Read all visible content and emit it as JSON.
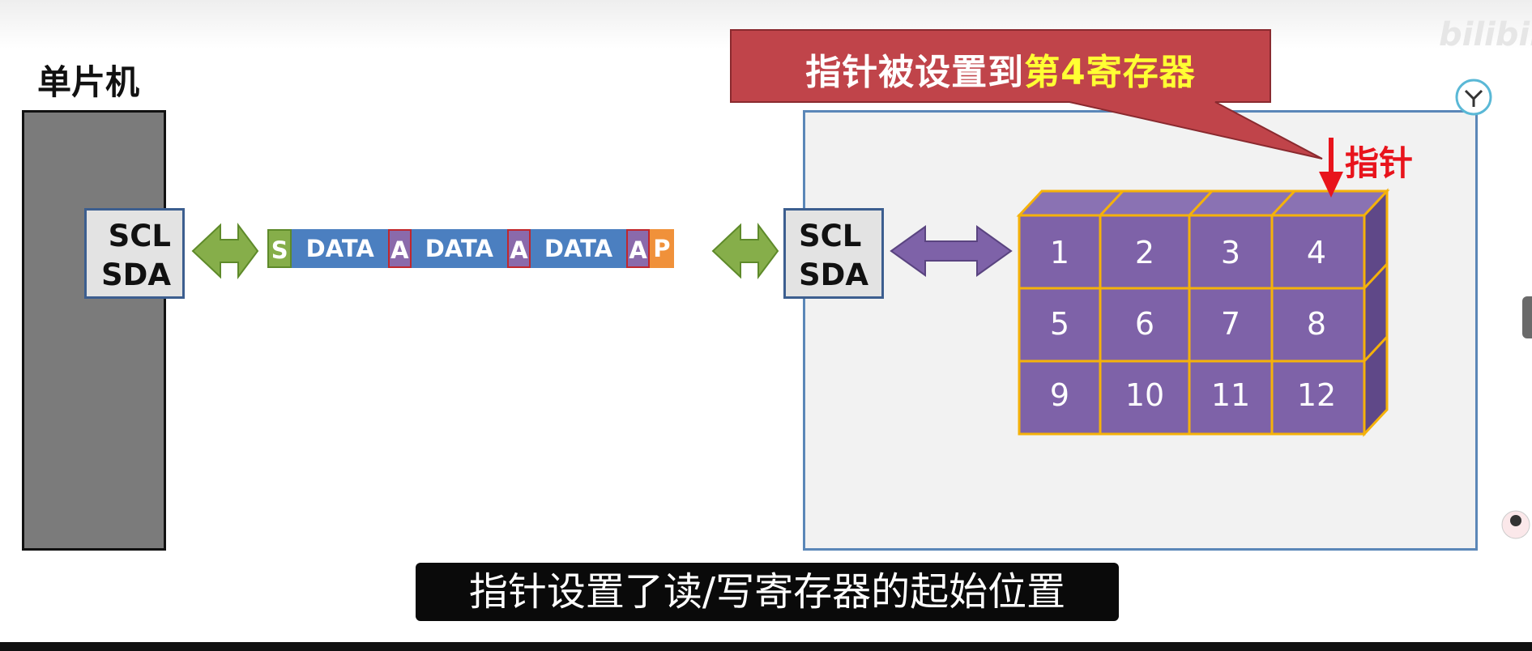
{
  "mcu": {
    "title": "单片机",
    "scl": "SCL",
    "sda": "SDA"
  },
  "device": {
    "scl": "SCL",
    "sda": "SDA"
  },
  "frame": {
    "start": "S",
    "data1": "DATA",
    "ack1": "A",
    "data2": "DATA",
    "ack2": "A",
    "data3": "DATA",
    "ack3": "A",
    "stop": "P"
  },
  "callout": {
    "text_main": "指针被设置到",
    "text_highlight": "第4寄存器"
  },
  "pointer": {
    "label": "指针"
  },
  "registers": {
    "labels": [
      "1",
      "2",
      "3",
      "4",
      "5",
      "6",
      "7",
      "8",
      "9",
      "10",
      "11",
      "12"
    ],
    "pointed_index": 4
  },
  "subtitle": "指针设置了读/写寄存器的起始位置",
  "watermark": "bilibili",
  "colors": {
    "register_face": "#7e62a8",
    "register_grid": "#f5b20a",
    "green_arrow": "#86ae4a",
    "purple_arrow": "#7e62a8",
    "callout_bg": "#c0444a",
    "pointer_red": "#e8141c"
  }
}
